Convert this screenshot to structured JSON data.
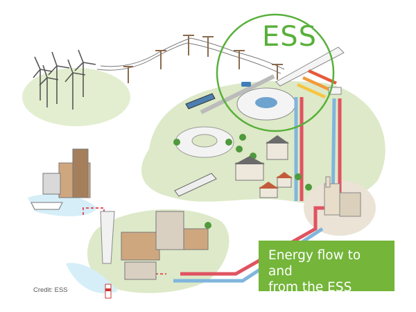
{
  "labels": {
    "ess": "ESS",
    "info_line1": "Energy flow to and",
    "info_line2": "from the ESS facility",
    "credit": "Credit: ESS"
  },
  "colors": {
    "ess_green": "#58b03a",
    "box_green": "#74b53a",
    "land": "#dde9c8",
    "water": "#d5eef8",
    "hot_flow": "#e05361",
    "cold_flow": "#7fb6dd",
    "energy_arrows": [
      "#f6c542",
      "#f29a3a",
      "#e45a3a"
    ]
  },
  "icons": [
    "wind-turbine-icon",
    "power-pylon-icon",
    "train-icon",
    "factory-icon",
    "tree-icon",
    "house-icon",
    "ship-icon",
    "lighthouse-icon"
  ]
}
